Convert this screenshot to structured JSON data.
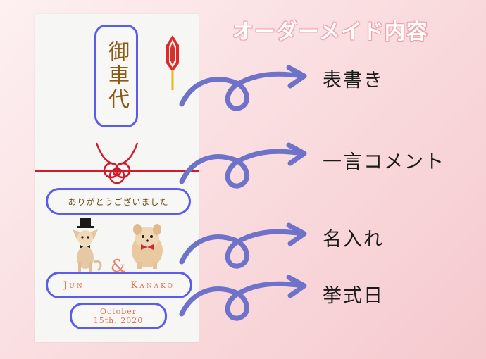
{
  "heading": "オーダーメイド内容",
  "envelope": {
    "title": "御車代",
    "message": "ありがとうございました",
    "name_left": "Jun",
    "ampersand": "&",
    "name_right": "Kanako",
    "date_line1": "October",
    "date_line2": "15th. 2020"
  },
  "labels": [
    "表書き",
    "一言コメント",
    "名入れ",
    "挙式日"
  ],
  "colors": {
    "frame": "#5b5ce8",
    "arrow": "#6f72c9",
    "ribbon": "#d21a2a",
    "title_text": "#8a5a10",
    "name_text": "#e0704a"
  },
  "icons": [
    "noshi-ornament-icon",
    "mizuhiki-knot-icon",
    "chihuahua-with-top-hat-icon",
    "pomeranian-with-bow-icon"
  ]
}
